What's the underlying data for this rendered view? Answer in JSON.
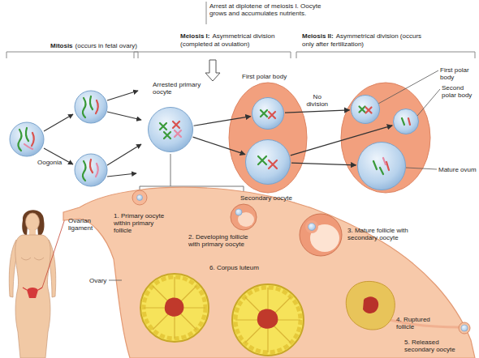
{
  "diagram": {
    "nodes": [
      {
        "text": [
          "Arrested primary oocyte"
        ]
      },
      {
        "text": [
          "First polar body"
        ]
      },
      {
        "text": [
          "Secondary oocyte"
        ]
      },
      {
        "text": [
          "First polar body"
        ]
      },
      {
        "text": [
          "Second polar body"
        ]
      },
      {
        "text": [
          "Mature ovum"
        ]
      }
    ],
    "edges": [
      {
        "from": 0,
        "to": 1,
        "arrow": "to"
      },
      {
        "from": 0,
        "to": 2,
        "arrow": "to"
      },
      {
        "from": 1,
        "to": 3,
        "arrow": "to",
        "label": "No division"
      },
      {
        "from": 2,
        "to": 4,
        "arrow": "to"
      },
      {
        "from": 2,
        "to": 5,
        "arrow": "to"
      }
    ],
    "labels": [
      "Arrest at diplotene of meiosis I. Oocyte grows and accumulates nutrients.",
      "Mitosis",
      "(occurs in fetal ovary)",
      "Meiosis I:",
      "Asymmetrical division (completed at ovulation)",
      "Meiosis II:",
      "Asymmetrical division (occurs only after fertilization)",
      "Oogonia",
      "Ovarian ligament",
      "1. Primary oocyte within primary follicle",
      "2. Developing follicle with primary oocyte",
      "3. Mature follicle with secondary oocyte",
      "4. Ruptured follicle",
      "5. Released secondary oocyte",
      "6. Corpus luteum",
      "Ovary"
    ]
  }
}
